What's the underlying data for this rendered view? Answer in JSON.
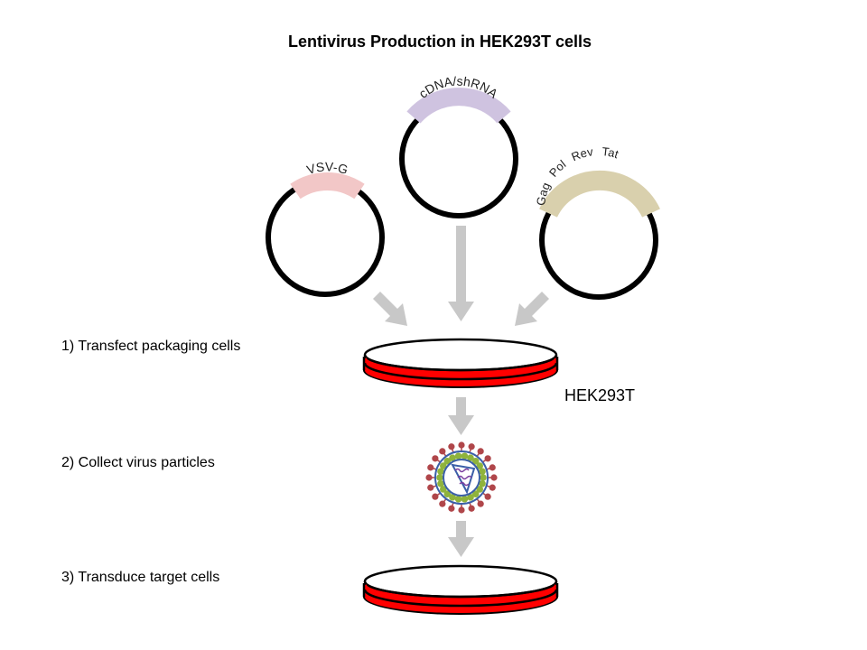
{
  "title": "Lentivirus Production in HEK293T cells",
  "plasmids": {
    "cdna": {
      "label": "cDNA/shRNA",
      "color": "#cfc3e0"
    },
    "vsvg": {
      "label": "VSV-G",
      "color": "#f2c7c7"
    },
    "gag": {
      "genes": [
        "Gag",
        "Pol",
        "Rev",
        "Tat"
      ],
      "color": "#d9d0ad"
    }
  },
  "steps": {
    "transfect": "1) Transfect packaging cells",
    "collect": "2) Collect virus particles",
    "transduce": "3) Transduce target cells"
  },
  "cell_line": "HEK293T",
  "colors": {
    "arrow": "#c8c8c8",
    "dish_red": "#ff0000",
    "virus_spike": "#b0464a",
    "virus_capsid": "#8fb33c",
    "virus_core": "#3a5fa8",
    "virus_rna": "#7b3fa0"
  }
}
